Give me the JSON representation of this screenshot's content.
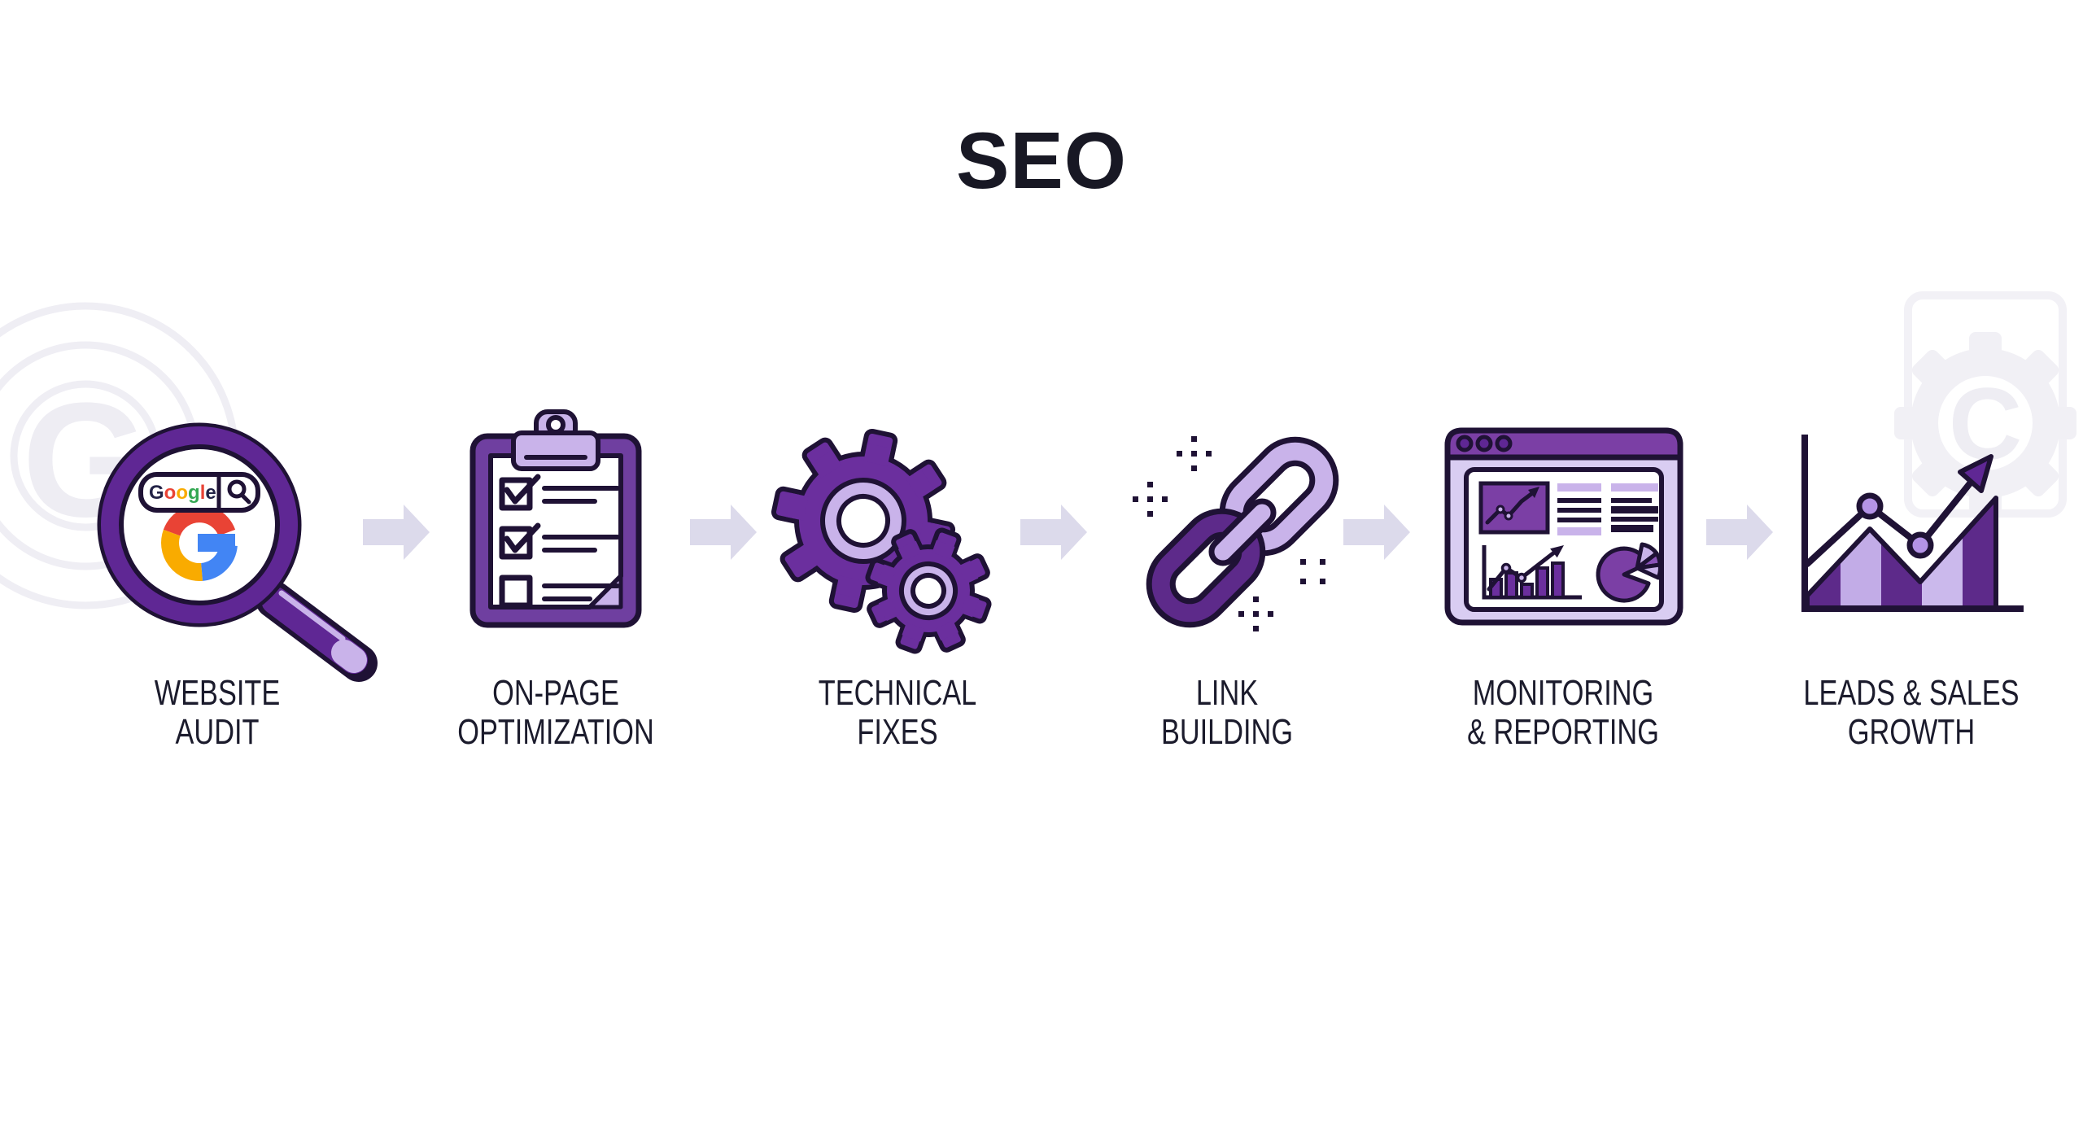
{
  "title": "SEO",
  "steps": [
    {
      "lines": [
        "WEBSITE",
        "AUDIT"
      ]
    },
    {
      "lines": [
        "ON-PAGE",
        "OPTIMIZATION"
      ]
    },
    {
      "lines": [
        "TECHNICAL",
        "FIXES"
      ]
    },
    {
      "lines": [
        "LINK",
        "BUILDING"
      ]
    },
    {
      "lines": [
        "MONITORING",
        "& REPORTING"
      ]
    },
    {
      "lines": [
        "LEADS & SALES",
        "GROWTH"
      ]
    }
  ],
  "website_audit": {
    "search_letters": [
      {
        "ch": "G",
        "color": "#232347"
      },
      {
        "ch": "o",
        "color": "#e94335"
      },
      {
        "ch": "o",
        "color": "#f9ab00"
      },
      {
        "ch": "g",
        "color": "#34a853"
      },
      {
        "ch": "l",
        "color": "#e94335"
      },
      {
        "ch": "e",
        "color": "#232347"
      }
    ]
  },
  "watermarks": {
    "left_letter": "G",
    "right_letter": "C"
  },
  "colors": {
    "deep_purple": "#5f2794",
    "gear_purple": "#6b2f9e",
    "mid_purple": "#7b3fa5",
    "dark_link_purple": "#5d2a8a",
    "lavender": "#c9b3ea",
    "light_lavender": "#d9cdf2",
    "outline": "#1f1235",
    "flow_arrow": "#dcdaeb",
    "text": "#1b1b2c",
    "google_red": "#e94335",
    "google_yellow": "#f9ab00",
    "google_blue": "#4285f4",
    "google_green": "#34a853"
  }
}
